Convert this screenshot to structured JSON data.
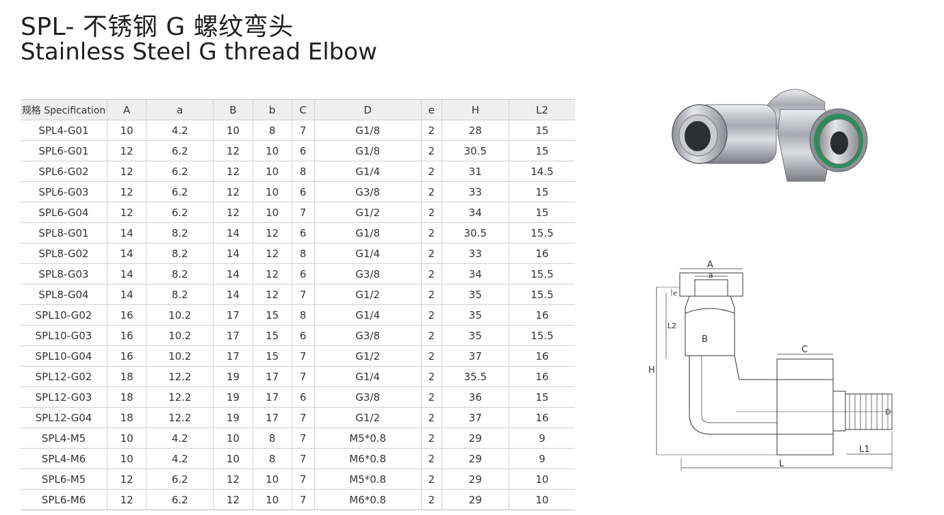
{
  "title": {
    "cn": "SPL- 不锈钢 G 螺纹弯头",
    "en": "Stainless Steel G thread Elbow"
  },
  "table": {
    "headers": [
      "规格 Specification",
      "A",
      "a",
      "B",
      "b",
      "C",
      "D",
      "e",
      "H",
      "L2"
    ],
    "rows": [
      [
        "SPL4-G01",
        "10",
        "4.2",
        "10",
        "8",
        "7",
        "G1/8",
        "2",
        "28",
        "15"
      ],
      [
        "SPL6-G01",
        "12",
        "6.2",
        "12",
        "10",
        "6",
        "G1/8",
        "2",
        "30.5",
        "15"
      ],
      [
        "SPL6-G02",
        "12",
        "6.2",
        "12",
        "10",
        "8",
        "G1/4",
        "2",
        "31",
        "14.5"
      ],
      [
        "SPL6-G03",
        "12",
        "6.2",
        "12",
        "10",
        "6",
        "G3/8",
        "2",
        "33",
        "15"
      ],
      [
        "SPL6-G04",
        "12",
        "6.2",
        "12",
        "10",
        "7",
        "G1/2",
        "2",
        "34",
        "15"
      ],
      [
        "SPL8-G01",
        "14",
        "8.2",
        "14",
        "12",
        "6",
        "G1/8",
        "2",
        "30.5",
        "15.5"
      ],
      [
        "SPL8-G02",
        "14",
        "8.2",
        "14",
        "12",
        "8",
        "G1/4",
        "2",
        "33",
        "16"
      ],
      [
        "SPL8-G03",
        "14",
        "8.2",
        "14",
        "12",
        "6",
        "G3/8",
        "2",
        "34",
        "15.5"
      ],
      [
        "SPL8-G04",
        "14",
        "8.2",
        "14",
        "12",
        "7",
        "G1/2",
        "2",
        "35",
        "15.5"
      ],
      [
        "SPL10-G02",
        "16",
        "10.2",
        "17",
        "15",
        "8",
        "G1/4",
        "2",
        "35",
        "16"
      ],
      [
        "SPL10-G03",
        "16",
        "10.2",
        "17",
        "15",
        "6",
        "G3/8",
        "2",
        "35",
        "15.5"
      ],
      [
        "SPL10-G04",
        "16",
        "10.2",
        "17",
        "15",
        "7",
        "G1/2",
        "2",
        "37",
        "16"
      ],
      [
        "SPL12-G02",
        "18",
        "12.2",
        "19",
        "17",
        "7",
        "G1/4",
        "2",
        "35.5",
        "16"
      ],
      [
        "SPL12-G03",
        "18",
        "12.2",
        "19",
        "17",
        "6",
        "G3/8",
        "2",
        "36",
        "15"
      ],
      [
        "SPL12-G04",
        "18",
        "12.2",
        "19",
        "17",
        "7",
        "G1/2",
        "2",
        "37",
        "16"
      ],
      [
        "SPL4-M5",
        "10",
        "4.2",
        "10",
        "8",
        "7",
        "M5*0.8",
        "2",
        "29",
        "9"
      ],
      [
        "SPL4-M6",
        "10",
        "4.2",
        "10",
        "8",
        "7",
        "M6*0.8",
        "2",
        "29",
        "9"
      ],
      [
        "SPL6-M5",
        "12",
        "6.2",
        "12",
        "10",
        "7",
        "M5*0.8",
        "2",
        "29",
        "10"
      ],
      [
        "SPL6-M6",
        "12",
        "6.2",
        "12",
        "10",
        "7",
        "M6*0.8",
        "2",
        "29",
        "10"
      ]
    ]
  },
  "drawing": {
    "labels": {
      "A": "A",
      "a": "a",
      "e": "e",
      "L2": "L2",
      "B": "B",
      "H": "H",
      "C": "C",
      "D": "D",
      "L1": "L1",
      "L": "L"
    }
  },
  "colors": {
    "header_bg": "#efefef",
    "metal": "#b8b8be",
    "seal": "#2f8a5c"
  }
}
